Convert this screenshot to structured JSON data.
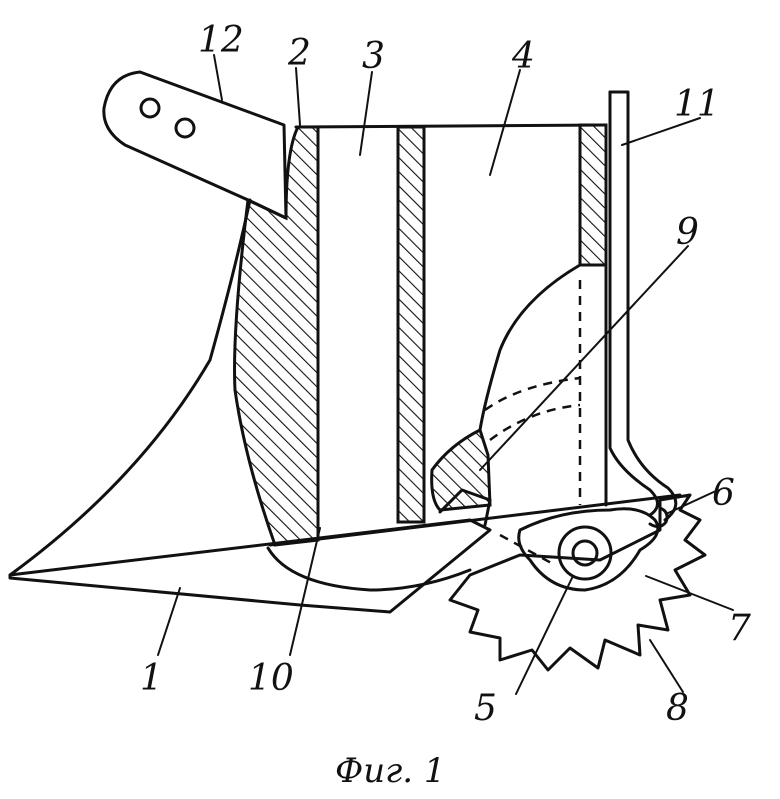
{
  "caption": "Фиг. 1",
  "labels": {
    "l1": "1",
    "l2": "2",
    "l3": "3",
    "l4": "4",
    "l5": "5",
    "l6": "6",
    "l7": "7",
    "l8": "8",
    "l9": "9",
    "l10": "10",
    "l11": "11",
    "l12": "12"
  }
}
